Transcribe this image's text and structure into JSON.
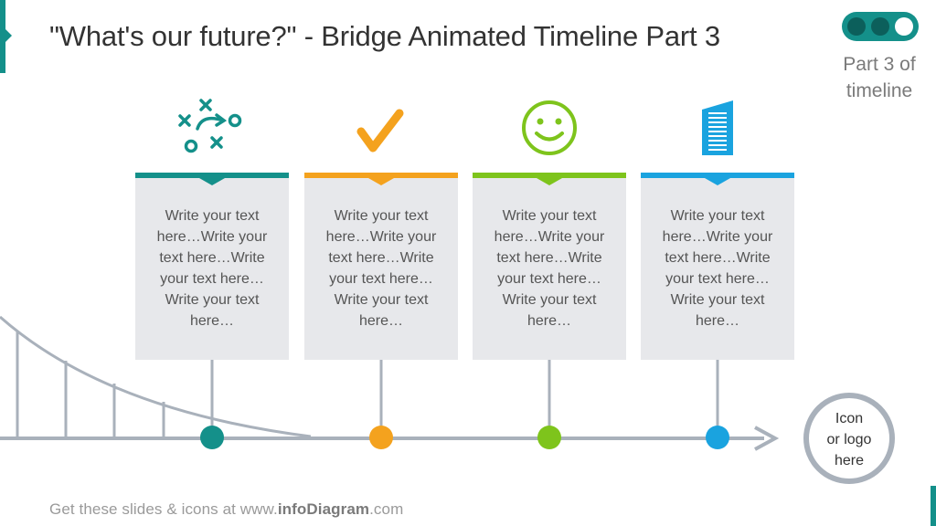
{
  "header": {
    "title": "\"What's our future?\" - Bridge Animated Timeline Part 3",
    "part_label_line1": "Part 3 of",
    "part_label_line2": "timeline"
  },
  "progress": {
    "current_part": 3,
    "total_parts": 3
  },
  "cards": [
    {
      "icon": "strategy-plan-icon",
      "color": "#14908a",
      "text": "Write your text here…Write your text here…Write your text here…Write your text here…"
    },
    {
      "icon": "checkmark-icon",
      "color": "#f4a21e",
      "text": "Write your text here…Write your text here…Write your text here…Write your text here…"
    },
    {
      "icon": "smiley-face-icon",
      "color": "#7ec41c",
      "text": "Write your text here…Write your text here…Write your text here…Write your text here…"
    },
    {
      "icon": "skyscraper-icon",
      "color": "#1aa3df",
      "text": "Write your text here…Write your text here…Write your text here…Write your text here…"
    }
  ],
  "logo_placeholder": {
    "line1": "Icon",
    "line2": "or logo",
    "line3": "here"
  },
  "footer": {
    "prefix": "Get these slides  & icons  at www.",
    "brand": "infoDiagram",
    "suffix": ".com"
  },
  "colors": {
    "accent": "#14908a",
    "timeline": "#a9b1bb",
    "card_bg": "#e7e8eb"
  }
}
